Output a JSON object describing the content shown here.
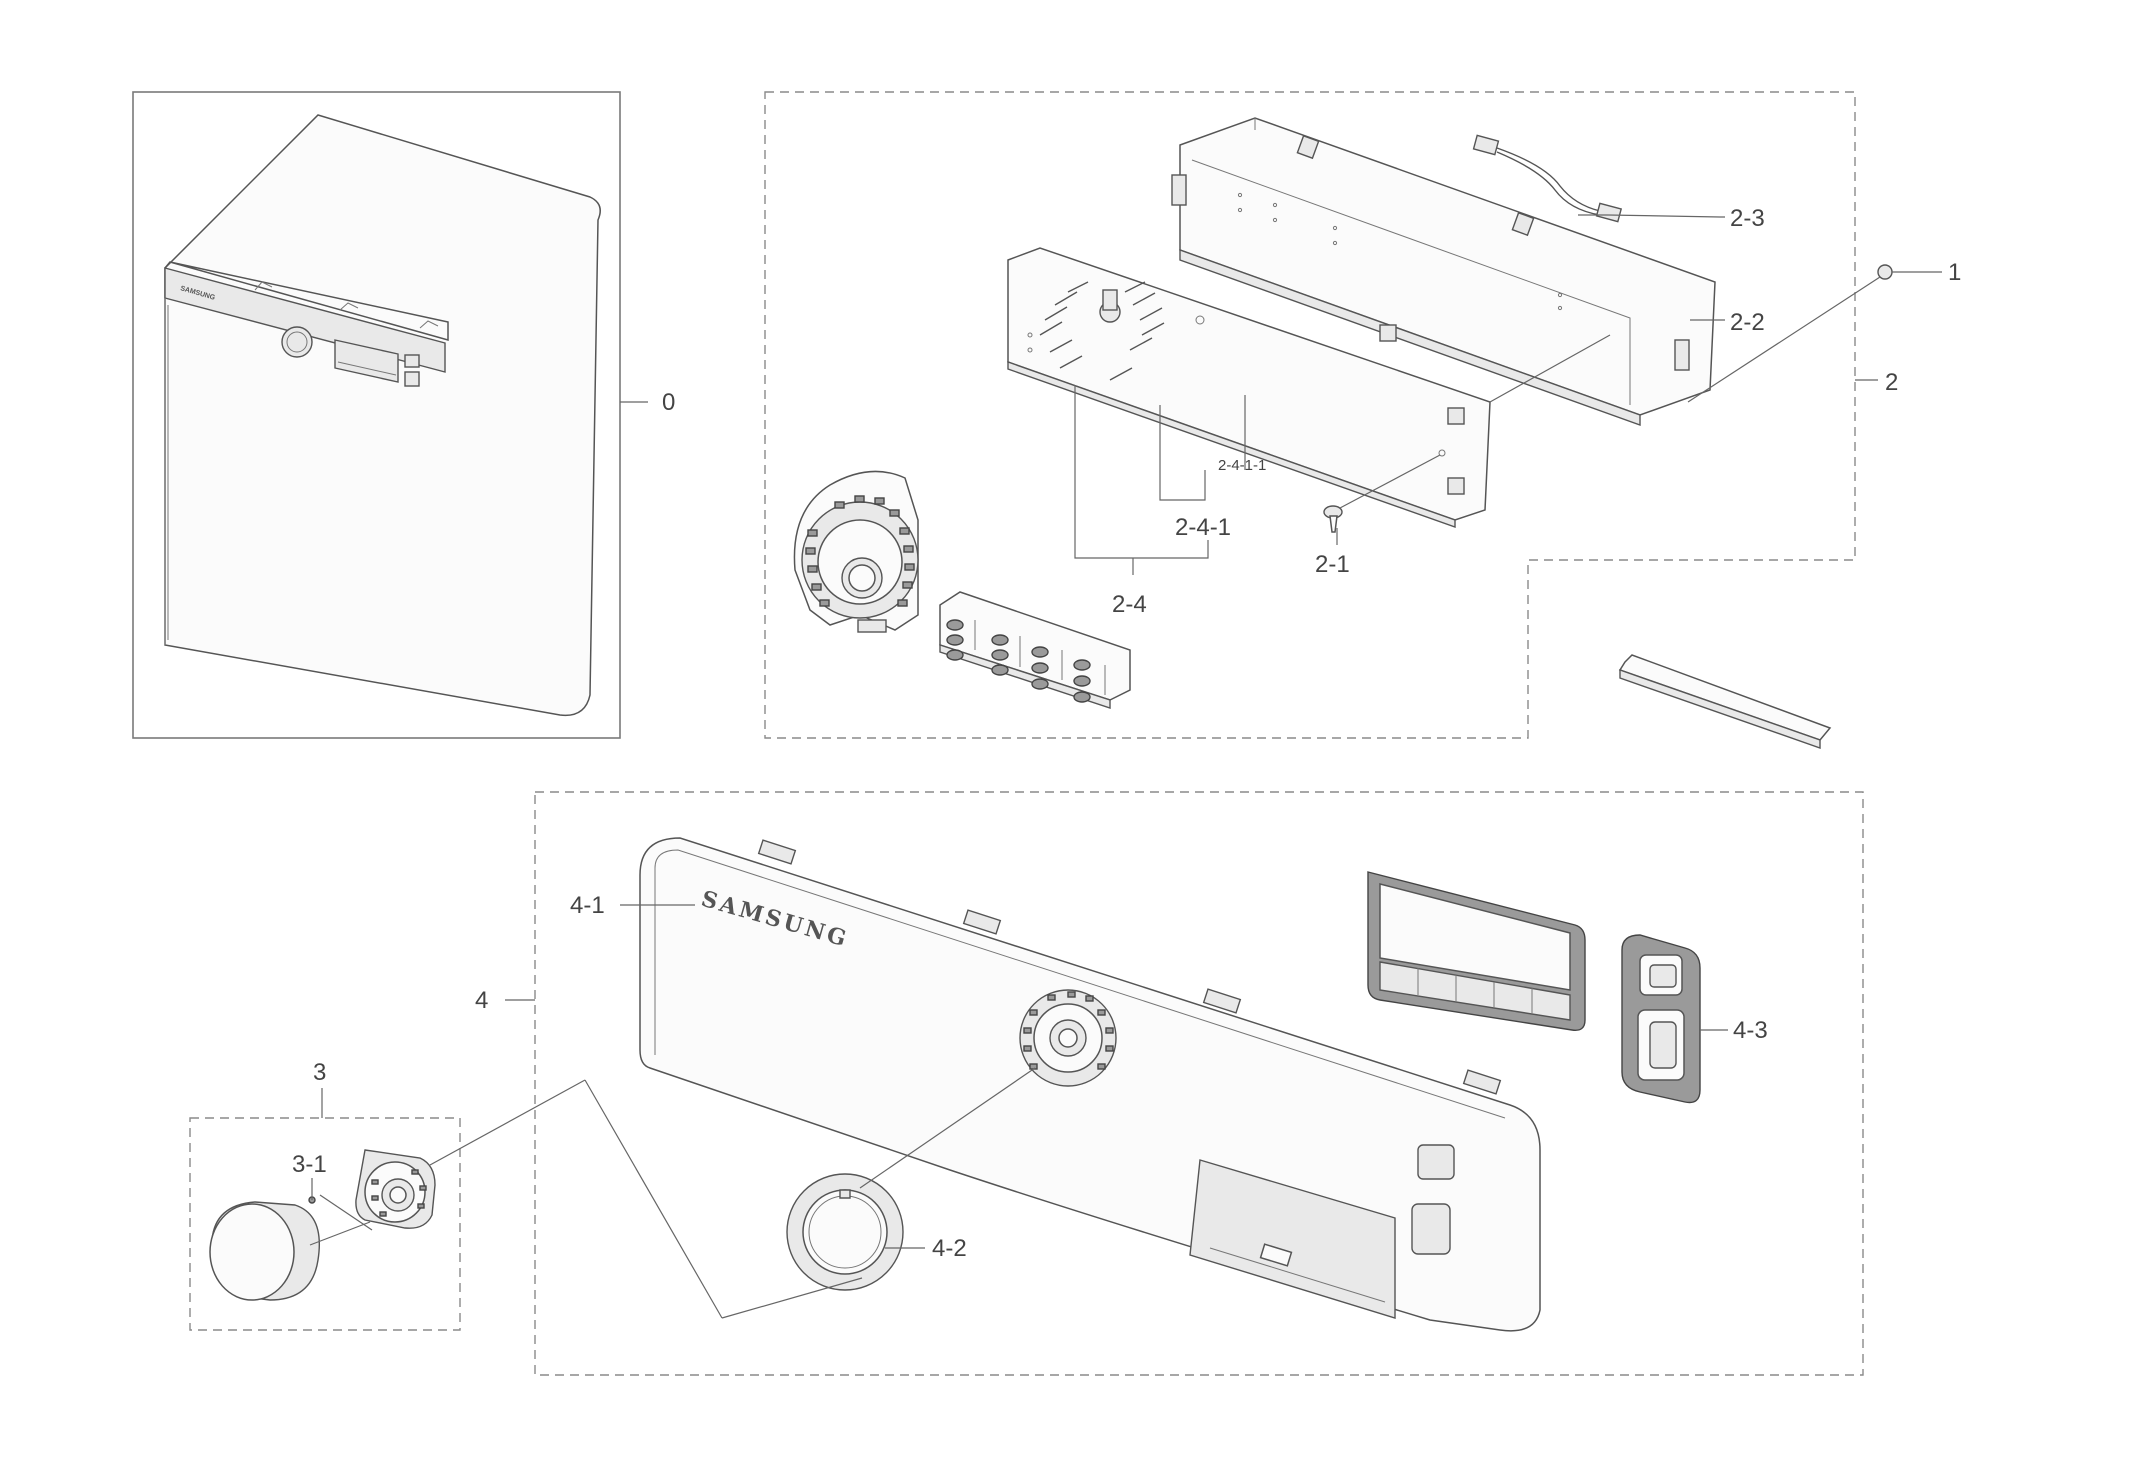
{
  "diagram": {
    "brand_text": "SAMSUNG",
    "brand_text_small": "SAMSUNG",
    "callouts": {
      "c0": "0",
      "c1": "1",
      "c2": "2",
      "c2_1": "2-1",
      "c2_2": "2-2",
      "c2_3": "2-3",
      "c2_4": "2-4",
      "c2_4_1": "2-4-1",
      "c2_4_1_1": "2-4-1-1",
      "c3": "3",
      "c3_1": "3-1",
      "c4": "4",
      "c4_1": "4-1",
      "c4_2": "4-2",
      "c4_3": "4-3"
    }
  }
}
